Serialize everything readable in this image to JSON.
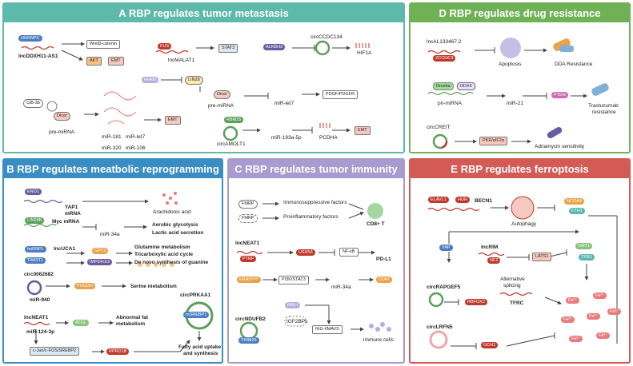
{
  "panels": {
    "A": {
      "title": "A RBP regulates tumor metastasis",
      "hnrnpc": "HNRNPC",
      "wnt": "Wnt/β-catenin",
      "akt": "AKT",
      "emt1": "EMT",
      "lncddx": "lncDDXH11-AS1",
      "fus": "FUS",
      "lncmalat": "lncMALAT1",
      "stat3": "STAT3",
      "alkbh3": "ALKBH3",
      "circccdc": "circCCDC134",
      "hif1a": "HIF1A",
      "hnrnpd": "HnRN",
      "lin28": "LIN28",
      "dicer1": "Dicer",
      "premirna1": "pre-miRNA",
      "mirlet7_1": "miR-let7",
      "pdgf": "PDGF/PDGFR",
      "clb3b": "ClB-3b",
      "dicer2": "Dicer",
      "premirna2": "pre-miRNA",
      "mir181": "miR-181",
      "mirlet7_2": "miR-let7",
      "mir320": "miR-320",
      "mir106": "miR-106",
      "emt2": "EMT",
      "rbm25": "RBM25",
      "circamolt": "circAMOLT1",
      "mir193": "miR-193a-5p",
      "pcdha": "PCDHA",
      "emt3": "EMT"
    },
    "B": {
      "title": "B RBP regulates meatbolic reprogramming",
      "eno1": "ENO1",
      "yap1": "YAP1",
      "mrna": "mRNA",
      "arach": "Arachidonic acid",
      "lin28b": "LIN28B",
      "mycmrna": "Myc mRNA",
      "mir34a": "miR-34a",
      "aerobic": "Aerobic glycolysis",
      "lactic": "Lactic acid secretion",
      "hnrnpl": "hnRNPL",
      "lncuca": "lncUCA1",
      "gpt2": "GPT2",
      "glut": "Glutamine metabolism",
      "tca": "Tricarboxylic acid cycle",
      "twist": "TWIST1",
      "impdh": "IMPDH1/2",
      "denovo": "De novo synthesis of guanine",
      "circ0062682": "circ0062682",
      "phgdh": "PHGDH",
      "serine": "Serine metabolism",
      "mir940": "miR-940",
      "lncneat": "lncNEAT1",
      "atgl": "ATGL",
      "abnormal1": "Abnormal fat",
      "abnormal2": "metabolism",
      "mir124": "miR-124-3p",
      "cjun": "c-Jun/c-FOS/SREBP2",
      "rpr": "RPRD1B",
      "circprkaa": "circPRKAA1",
      "nsrebp": "mSREBP1",
      "fatty1": "Fatty acid uptake",
      "fatty2": "and synthesis"
    },
    "C": {
      "title": "C RBP regulates tumor immunity",
      "fmrp1": "FMRP",
      "immuno": "Immunosuppressive factors",
      "cd8": "CD8+ T",
      "fmrp2": "FMRP",
      "proinfl": "Proinflammatory factors",
      "lncneat": "lncNEAT1",
      "ptrf": "PTRF",
      "usxn": "USXN1",
      "nfkb": "NF-κB",
      "pdl1": "PD-L1",
      "kras": "KRASᴳ¹²ᴰ",
      "pi3k": "PI3K/STAT3",
      "mir34a": "miR-34a",
      "cd47": "CD47",
      "rigi": "RIG-I",
      "circndufb": "circNDUFB2",
      "trim25": "TRIM25",
      "igf": "IGF2BPs",
      "rigmavs": "RIG-I/MAVS",
      "immunecells": "immune cells"
    },
    "D": {
      "title": "D RBP regulates drug resistance",
      "lncal": "lncAL133467.2",
      "zcchc4": "ZCCHC4",
      "apoptosis": "Apoptosis",
      "dda": "DDA Resistance",
      "drosha": "Drosha",
      "ddx5": "DDX5",
      "primirna": "pri-miRNA",
      "mir21": "miR-21",
      "pten": "PTEN",
      "trast1": "Trastuzumab",
      "trast2": "resistance",
      "circcreit": "circCREIT",
      "pkr": "PKR/eIF2α",
      "adria": "Adriamycin sensitivity"
    },
    "E": {
      "title": "E RBP regulates ferroptosis",
      "elavl1": "ELAVL1",
      "hur": "HUR",
      "becn1": "BECN1",
      "autophagy": "Autophagy",
      "ncoa4": "NCOA4",
      "fth1": "FTH1",
      "yap": "YAP",
      "lncrim": "lncRIM",
      "nf2": "NF2",
      "lats1": "LATS1",
      "dmt1": "DMT1",
      "tfr1": "TFR1",
      "circrapgef": "circRAPGEF5",
      "altsplice1": "Alternative",
      "altsplice2": "splicing",
      "rbfox2": "RBFOX2",
      "tfrc": "TFRC",
      "circlrfn": "circLRFN5",
      "gch1": "GCH1",
      "fe": "Fe²⁺"
    }
  },
  "colors": {
    "A": "#5db9a9",
    "B": "#3a8cc4",
    "C": "#a79bcf",
    "D": "#6fb256",
    "E": "#d45a56",
    "red_pill": "#c0392b",
    "purple_pill": "#6a5aa0",
    "blue_pill": "#4a7ec0",
    "green_pill": "#5aa05a",
    "orange_box": "#f5c38a",
    "pink_box": "#f6c9c0",
    "teal_fe": "#e87b7b"
  }
}
